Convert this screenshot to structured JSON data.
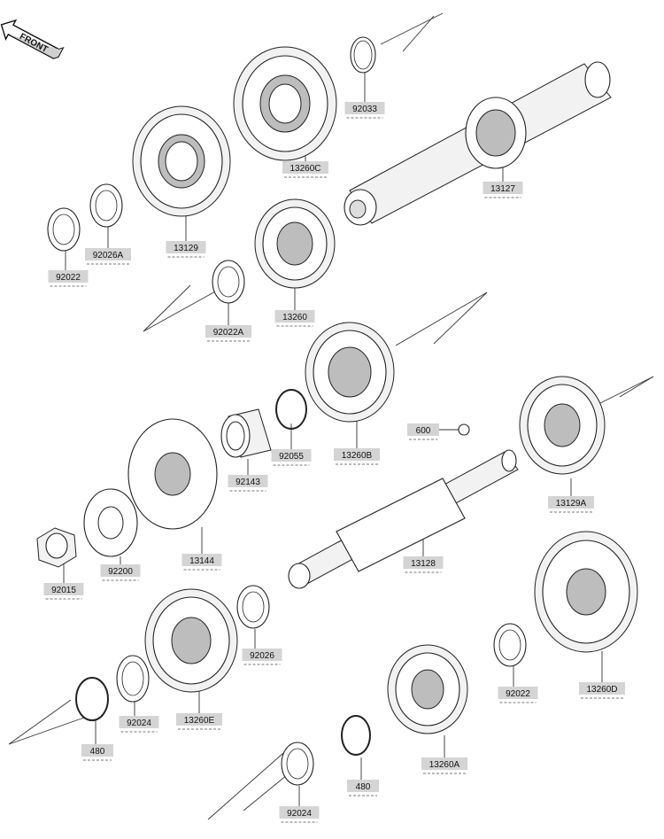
{
  "front_badge": "FRONT",
  "parts": [
    {
      "id": "p-92033",
      "label": "92033"
    },
    {
      "id": "p-13260C",
      "label": "13260C"
    },
    {
      "id": "p-13127",
      "label": "13127"
    },
    {
      "id": "p-13129",
      "label": "13129"
    },
    {
      "id": "p-92026A",
      "label": "92026A"
    },
    {
      "id": "p-92022-top",
      "label": "92022"
    },
    {
      "id": "p-13260",
      "label": "13260"
    },
    {
      "id": "p-92022A",
      "label": "92022A"
    },
    {
      "id": "p-13260B",
      "label": "13260B"
    },
    {
      "id": "p-600",
      "label": "600"
    },
    {
      "id": "p-13129A",
      "label": "13129A"
    },
    {
      "id": "p-92055",
      "label": "92055"
    },
    {
      "id": "p-92143",
      "label": "92143"
    },
    {
      "id": "p-13144",
      "label": "13144"
    },
    {
      "id": "p-92200",
      "label": "92200"
    },
    {
      "id": "p-92015",
      "label": "92015"
    },
    {
      "id": "p-13128",
      "label": "13128"
    },
    {
      "id": "p-92026",
      "label": "92026"
    },
    {
      "id": "p-13260D",
      "label": "13260D"
    },
    {
      "id": "p-92022-bot",
      "label": "92022"
    },
    {
      "id": "p-92024-left",
      "label": "92024"
    },
    {
      "id": "p-13260E",
      "label": "13260E"
    },
    {
      "id": "p-480-left",
      "label": "480"
    },
    {
      "id": "p-13260A",
      "label": "13260A"
    },
    {
      "id": "p-480-right",
      "label": "480"
    },
    {
      "id": "p-92024-bot",
      "label": "92024"
    }
  ]
}
